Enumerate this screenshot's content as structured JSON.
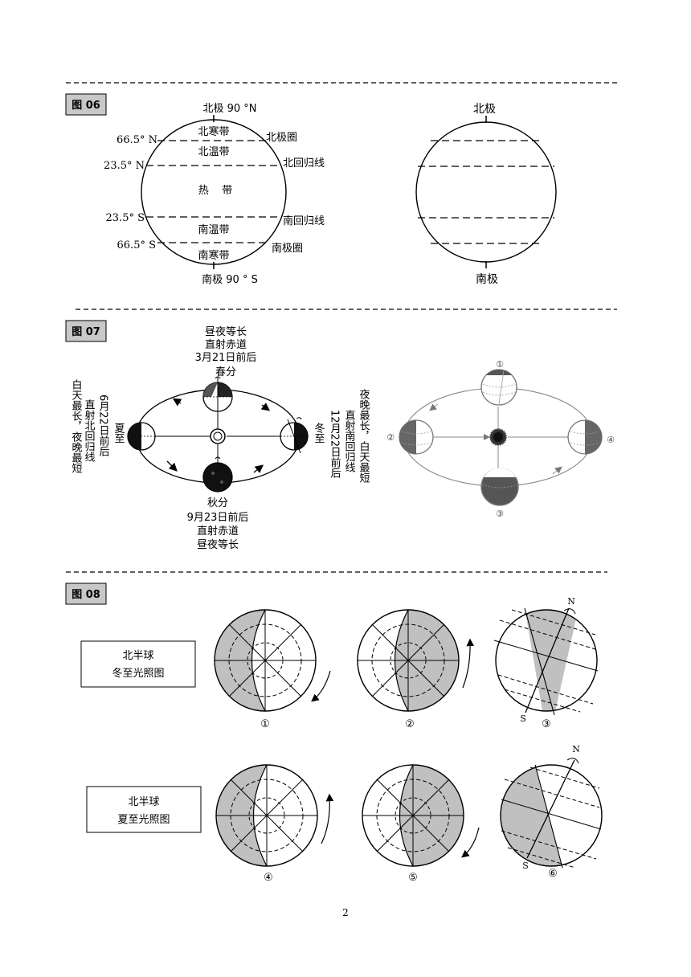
{
  "page_number": "2",
  "fig06": {
    "label": "图 06",
    "left": {
      "north_pole": "北极 90 °N",
      "south_pole": "南极 90 ° S",
      "lat_665n": "66.5° N",
      "lat_235n": "23.5° N",
      "lat_235s": "23.5° S",
      "lat_665s": "66.5° S",
      "arctic_circle": "北极圈",
      "tropic_cancer": "北回归线",
      "tropic_capricorn": "南回归线",
      "antarctic_circle": "南极圈",
      "north_frigid": "北寒带",
      "north_temperate": "北温带",
      "tropical": "热    带",
      "south_temperate": "南温带",
      "south_frigid": "南寒带"
    },
    "right": {
      "north_pole": "北极",
      "south_pole": "南极"
    }
  },
  "fig07": {
    "label": "图 07",
    "spring": [
      "昼夜等长",
      "直射赤道",
      "3月21日前后",
      "春分"
    ],
    "autumn": [
      "秋分",
      "9月23日前后",
      "直射赤道",
      "昼夜等长"
    ],
    "summer_name": "夏至",
    "summer_date": "6月22日前后",
    "summer_direct": "直射北回归线",
    "summer_desc": "白天最长，夜晚最短",
    "winter_name": "冬至",
    "winter_date": "12月22日前后",
    "winter_direct": "直射南回归线",
    "winter_desc": "夜晚最长，白天最短",
    "markers": [
      "①",
      "②",
      "③",
      "④"
    ]
  },
  "fig08": {
    "label": "图 08",
    "winter_box": [
      "北半球",
      "冬至光照图"
    ],
    "summer_box": [
      "北半球",
      "夏至光照图"
    ],
    "numbers": [
      "①",
      "②",
      "③",
      "④",
      "⑤",
      "⑥"
    ],
    "north": "N",
    "south": "S"
  }
}
